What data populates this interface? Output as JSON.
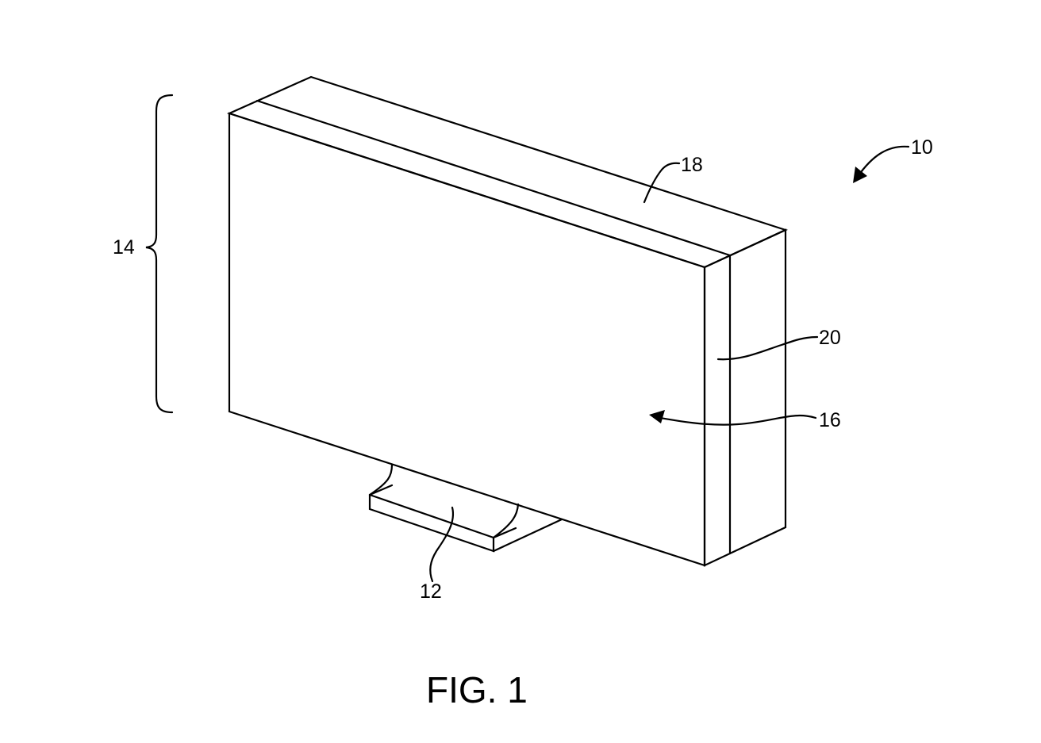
{
  "figure": {
    "caption": "FIG. 1"
  },
  "labels": {
    "ref_10": "10",
    "ref_12": "12",
    "ref_14": "14",
    "ref_16": "16",
    "ref_18": "18",
    "ref_20": "20"
  },
  "colors": {
    "ink": "#000000",
    "background": "#ffffff"
  }
}
